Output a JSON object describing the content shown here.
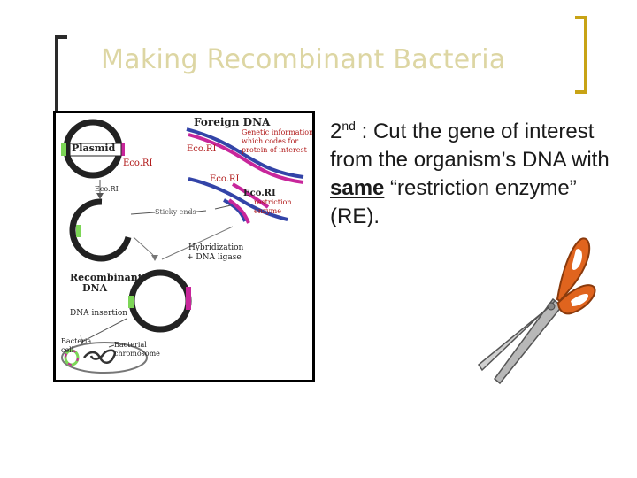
{
  "slide": {
    "title": "Making Recombinant Bacteria",
    "bullet": {
      "ordinal": "2",
      "ordinal_suffix": "nd",
      "text_part1": " : Cut the gene of interest from the organism’s DNA with ",
      "emphasis": "same",
      "text_part2": " “restriction enzyme” (RE)."
    }
  },
  "diagram": {
    "labels": {
      "foreign_dna": "Foreign DNA",
      "genetic_info_line1": "Genetic information",
      "genetic_info_line2": "which codes for",
      "genetic_info_line3": "protein of interest",
      "plasmid": "Plasmid",
      "ecori_1": "Eco.RI",
      "ecori_2": "Eco.RI",
      "ecori_3": "Eco.RI",
      "ecori_4": "Eco.RI",
      "restriction_enzyme_line1": "restriction",
      "restriction_enzyme_line2": "enzyme",
      "ecori_small": "Eco.RI",
      "sticky_ends": "Sticky ends",
      "hybridization_line1": "Hybridization",
      "hybridization_line2": "+ DNA ligase",
      "recombinant_line1": "Recombinant",
      "recombinant_line2": "DNA",
      "dna_insertion": "DNA insertion",
      "bacteria_line1": "Bacteria",
      "bacteria_line2": "cell",
      "bacterial_chromosome_line1": "Bacterial",
      "bacterial_chromosome_line2": "chromosome"
    },
    "colors": {
      "plasmid_green": "#7dd657",
      "insert_magenta": "#c8269b",
      "strand_blue": "#3344a8",
      "label_red": "#b01818",
      "label_blue": "#1f3b9a"
    }
  },
  "icons": {
    "scissors": "scissors-icon"
  },
  "colors": {
    "title": "#ddd6a3",
    "bracket_left": "#2a2a2a",
    "bracket_right": "#c8a315",
    "scissor_handle": "#e0641e"
  }
}
